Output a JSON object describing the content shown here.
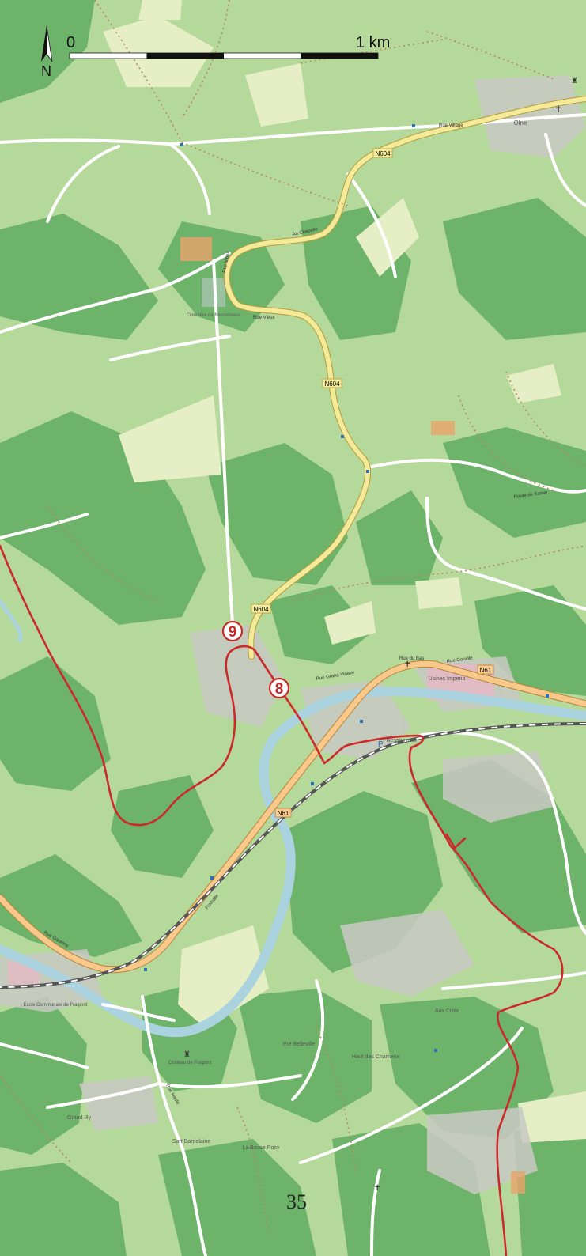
{
  "map": {
    "page_number": "35",
    "north_label": "N",
    "scale": {
      "start_label": "0",
      "end_label": "1 km"
    },
    "route_color": "#cc2a2a",
    "waypoints": [
      {
        "label": "9"
      },
      {
        "label": "8"
      }
    ],
    "road_labels": {
      "n604_a": "N604",
      "n604_b": "N604",
      "n604_c": "N604",
      "n61_a": "N61",
      "n61_b": "N61"
    },
    "place_labels": {
      "olne": "Olne",
      "nessonvaux": "Nessonvaux",
      "usines": "Usines Imperia",
      "cimetiere": "Cimetière de Nessonvaux",
      "pre_belleville": "Pré Belleville",
      "haut_charneux": "Haut des Charneux",
      "aux_croix": "Aux Croix",
      "chateau": "Château de Fraipont",
      "grand_ry": "Grand Ry",
      "sart_bardelaine": "Sart Bardelaine",
      "la_basse_rosy": "La Basse Rosy",
      "ecole": "École Communale de Fraipont"
    },
    "street_labels": {
      "rue_village": "Rue Village",
      "rue_vieux": "Rue Vieux",
      "rue_vieux_2": "Rue Vieux",
      "aa_chapelle": "Aa Chapelle",
      "rue_gorville": "Rue Gorville",
      "rue_du_bas": "Rue du Bas",
      "rue_grand_vinave": "Rue Grand Vinave",
      "foxhalle": "Foxhalle",
      "route_de_sorwe": "Route de Sorwe",
      "rue_gaumoy": "Rue Gaumoy",
      "rue_haute": "Rue Haute"
    }
  }
}
